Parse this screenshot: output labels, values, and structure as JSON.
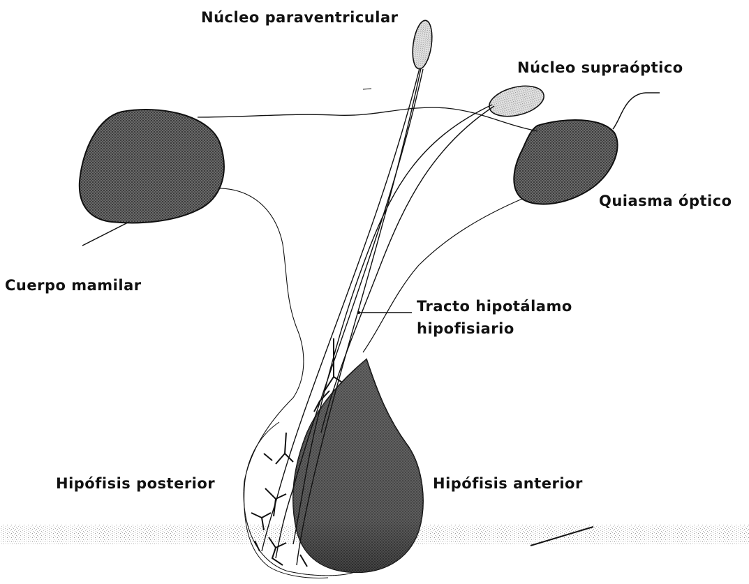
{
  "labels": {
    "paraventricular": "Núcleo paraventricular",
    "supraoptic": "Núcleo supraóptico",
    "optic_chiasm": "Quiasma óptico",
    "mamillary_body": "Cuerpo mamilar",
    "tract_line1": "Tracto hipotálamo",
    "tract_line2": "hipofisiario",
    "posterior_pituitary": "Hipófisis posterior",
    "anterior_pituitary": "Hipófisis anterior"
  },
  "colors": {
    "dark_fill": "#555555",
    "light_fill": "#d9d9d9",
    "line": "#111111",
    "darkest": "#222222"
  }
}
